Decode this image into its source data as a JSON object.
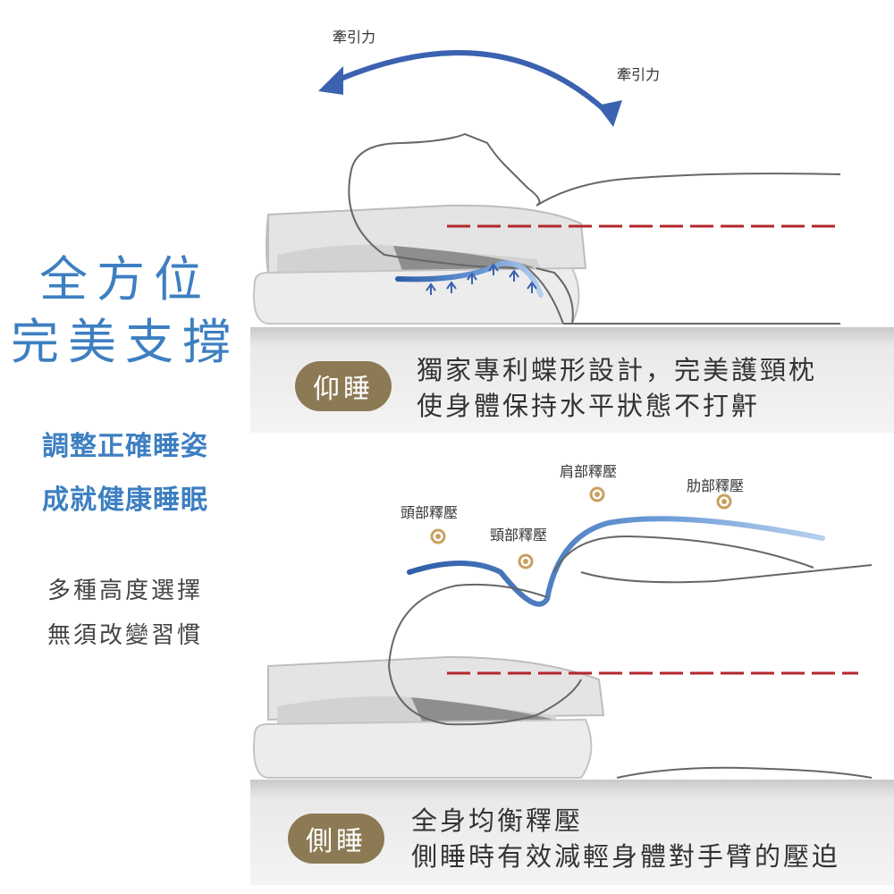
{
  "left_panel": {
    "headline": [
      "全方位",
      "完美支撐"
    ],
    "subheadline": [
      "調整正確睡姿",
      "成就健康睡眠"
    ],
    "notes": [
      "多種高度選擇",
      "無須改變習慣"
    ]
  },
  "diagram_top": {
    "traction_labels": [
      "牽引力",
      "牽引力"
    ],
    "badge": "仰睡",
    "description": [
      "獨家專利蝶形設計，完美護頸枕",
      "使身體保持水平狀態不打鼾"
    ]
  },
  "diagram_bottom": {
    "pressure_labels": [
      "肩部釋壓",
      "肋部釋壓",
      "頭部釋壓",
      "頸部釋壓"
    ],
    "badge": "側睡",
    "description": [
      "全身均衡釋壓",
      "側睡時有效減輕身體對手臂的壓迫"
    ]
  },
  "colors": {
    "accent_blue": "#3d7fc1",
    "badge_gold": "#8c7a55",
    "alignment_red": "#b3262b",
    "pressure_dot": "#c9a060"
  }
}
